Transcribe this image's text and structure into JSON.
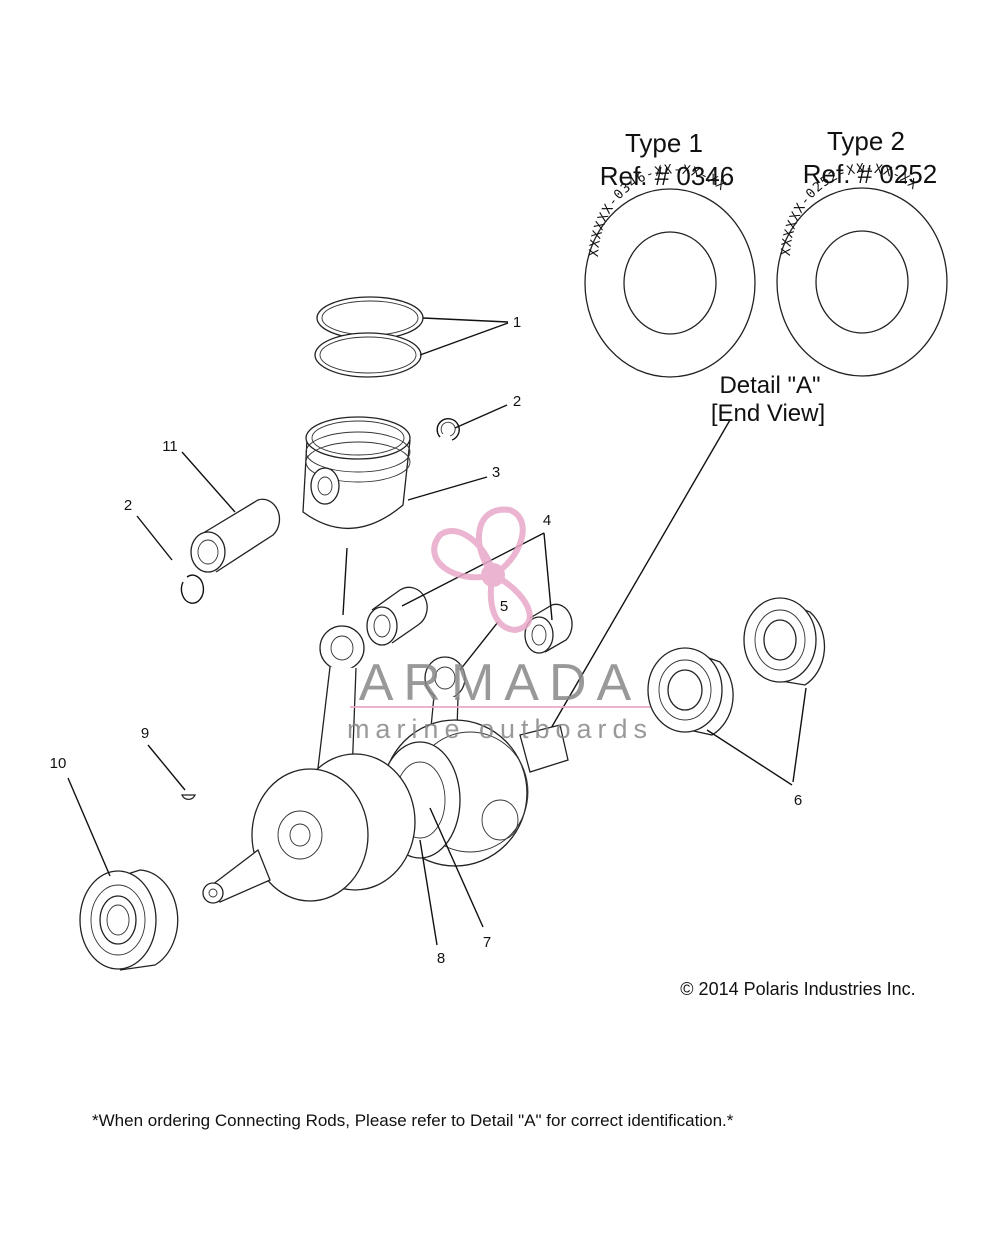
{
  "detail": {
    "type1_title": "Type 1",
    "type1_ref": "Ref. # 0346",
    "type1_marking": "XXXXXX-0346-XX-XX-XX",
    "type2_title": "Type 2",
    "type2_ref": "Ref. # 0252",
    "type2_marking": "XXXXXX-0252-XX-XX-XX",
    "label_line1": "Detail \"A\"",
    "label_line2": "[End View]"
  },
  "callouts": {
    "c1": "1",
    "c2a": "2",
    "c2b": "2",
    "c3": "3",
    "c4": "4",
    "c5": "5",
    "c6": "6",
    "c7": "7",
    "c8": "8",
    "c9": "9",
    "c10": "10",
    "c11": "11"
  },
  "watermark": {
    "brand": "ARMADA",
    "tagline": "marine outboards",
    "color_pink": "#e8a8c8",
    "color_gray": "#888888"
  },
  "copyright": "© 2014 Polaris Industries Inc.",
  "footnote": "*When ordering Connecting Rods, Please refer to Detail \"A\" for correct identification.*"
}
